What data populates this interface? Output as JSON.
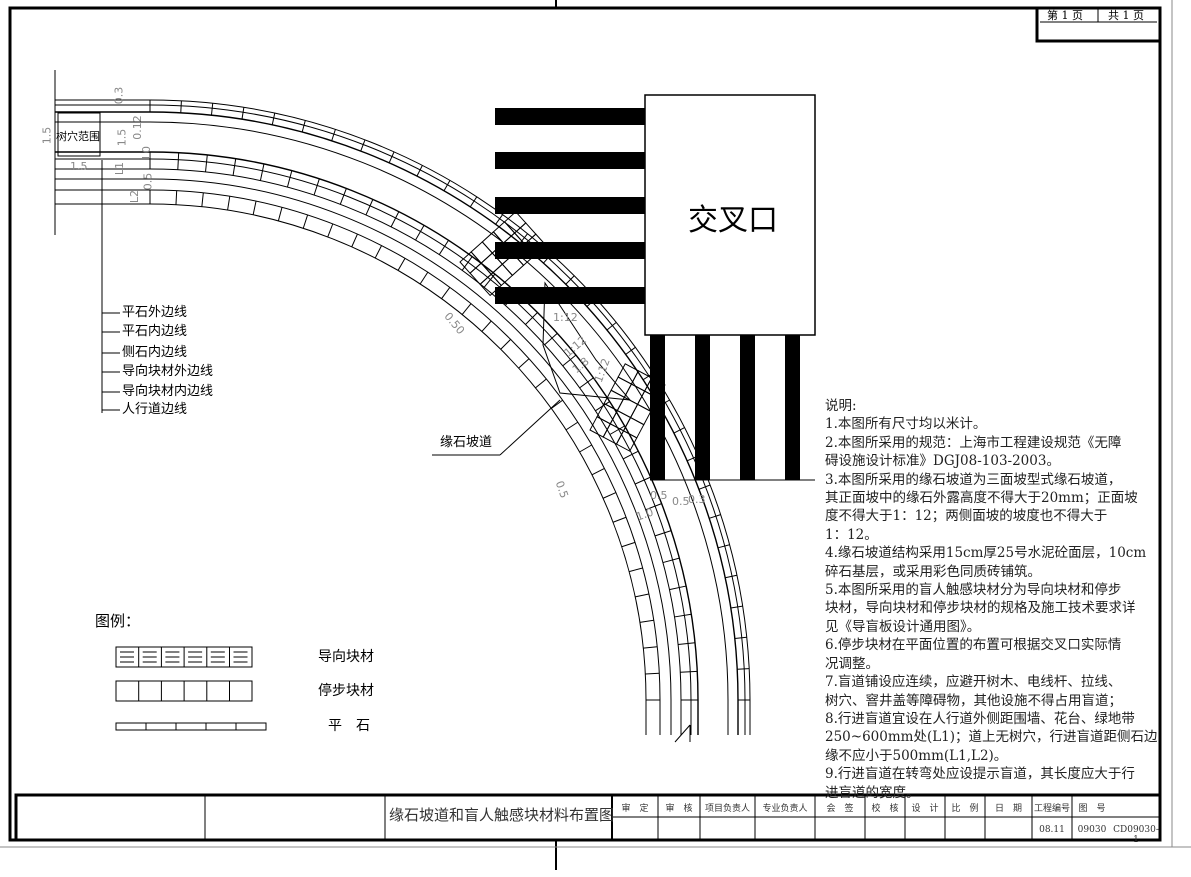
{
  "page_box": {
    "current": "第 1 页",
    "total": "共 1 页"
  },
  "intersection_label": "交叉口",
  "line_labels": [
    "平石外边线",
    "平石内边线",
    "侧石内边线",
    "导向块材外边线",
    "导向块材内边线",
    "人行道边线"
  ],
  "tree_pit_label": "树穴范围",
  "curb_ramp_label": "缘石坡道",
  "dimensions": {
    "d03": "0.3",
    "d15a": "1.5",
    "d15b": "1.5",
    "d15c": "1.5",
    "d012": "0.12",
    "L0": "L0",
    "L1": "L1",
    "L2": "L2",
    "d05": "0.5",
    "d050": "0.50",
    "slope": "1:12",
    "d18": "1.8",
    "d10": "1.0",
    "d05b": "0.5",
    "d05c": "0.5",
    "d03b": "0.3",
    "d05d": "0.5"
  },
  "legend": {
    "title": "图例：",
    "items": [
      "导向块材",
      "停步块材",
      "平　石"
    ]
  },
  "notes": {
    "title": "说明:",
    "lines": [
      "1.本图所有尺寸均以米计。",
      "2.本图所采用的规范：上海市工程建设规范《无障",
      "碍设施设计标准》DGJ08-103-2003。",
      "3.本图所采用的缘石坡道为三面坡型式缘石坡道，",
      "其正面坡中的缘石外露高度不得大于20mm；正面坡",
      "度不得大于1：12；两侧面坡的坡度也不得大于",
      "1：12。",
      "4.缘石坡道结构采用15cm厚25号水泥砼面层，10cm",
      "碎石基层，或采用彩色同质砖铺筑。",
      "5.本图所采用的盲人触感块材分为导向块材和停步",
      "块材，导向块材和停步块材的规格及施工技术要求详",
      "见《导盲板设计通用图》。",
      "6.停步块材在平面位置的布置可根据交叉口实际情",
      "况调整。",
      "7.盲道铺设应连续，应避开树木、电线杆、拉线、",
      "树穴、窨井盖等障碍物，其他设施不得占用盲道；",
      "8.行进盲道宜设在人行道外侧距围墙、花台、绿地带",
      "250~600mm处(L1)；道上无树穴，行进盲道距侧石边",
      "缘不应小于500mm(L1,L2)。",
      "9.行进盲道在转弯处应设提示盲道，其长度应大于行",
      "进盲道的宽度。"
    ]
  },
  "title_block": {
    "drawing_title": "缘石坡道和盲人触感块材料布置图",
    "headers": [
      "审　定",
      "审　核",
      "项目负责人",
      "专业负责人",
      "会　签",
      "校　核",
      "设　计",
      "比　例",
      "日　期",
      "工程编号",
      "图　号"
    ],
    "values": {
      "date": "08.11",
      "project_no": "09030",
      "drawing_no": "CD09030-1"
    }
  }
}
